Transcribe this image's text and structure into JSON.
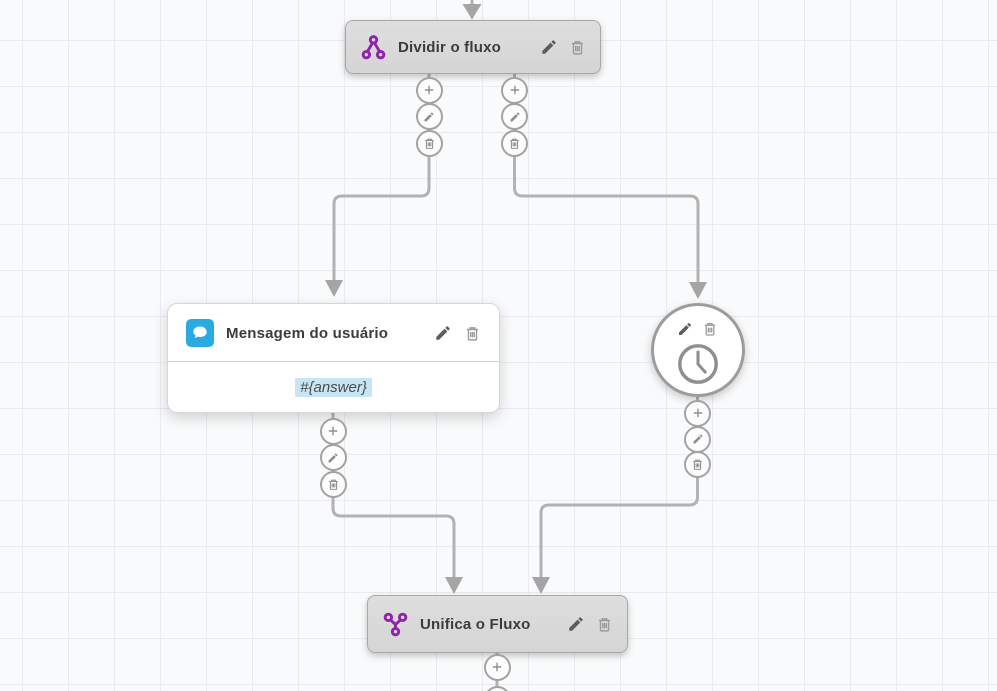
{
  "canvas": {
    "background_color": "#f9fafb",
    "grid_line_color": "#e9ebf1",
    "connector_color": "#b2b2b2"
  },
  "palette": {
    "accent_purple": "#8e24aa",
    "accent_blue": "#29abe2",
    "variable_highlight": "#c7e5f2",
    "node_gray": "#d9d9d9"
  },
  "nodes": {
    "split": {
      "title": "Dividir o fluxo",
      "icon": "split-flow-icon"
    },
    "user_message": {
      "title": "Mensagem do usuário",
      "icon": "chat-bubble-icon",
      "body_variable": "#{answer}"
    },
    "delay": {
      "icon": "clock-icon"
    },
    "merge": {
      "title": "Unifica o Fluxo",
      "icon": "merge-flow-icon"
    }
  },
  "node_controls": {
    "add": "add-icon",
    "edit": "pencil-icon",
    "delete": "trash-icon"
  }
}
